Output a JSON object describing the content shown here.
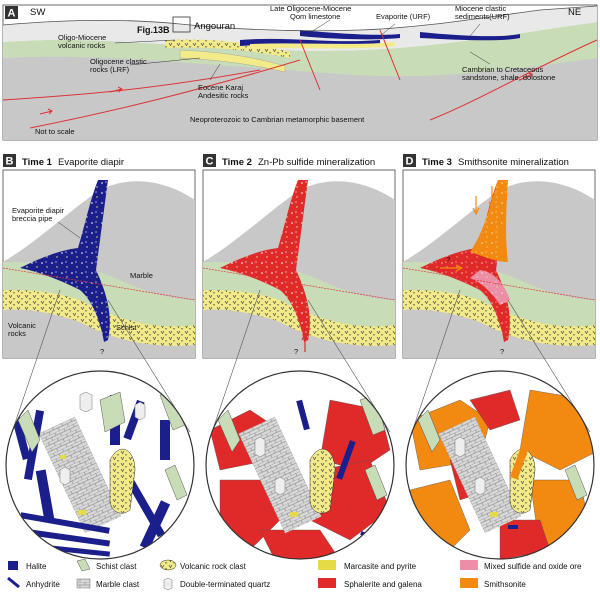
{
  "section_a": {
    "panel_letter": "A",
    "sw": "SW",
    "ne": "NE",
    "fig_ref": "Fig.13B",
    "angouran": "Angouran",
    "qom_line1": "Late Oligocene-Miocene",
    "qom_line2": "Qom limestone",
    "evaporite": "Evaporite (URF)",
    "miocene_line1": "Miocene clastic",
    "miocene_line2": "sediments(URF)",
    "oligo_line1": "Oligo-Miocene",
    "oligo_line2": "volcanic rocks",
    "oligo_clastic_line1": "Oligocene clastic",
    "oligo_clastic_line2": "rocks (LRF)",
    "eocene_line1": "Eocene Karaj",
    "eocene_line2": "Andesitic rocks",
    "cambrian_line1": "Cambrian to Cretaceous",
    "cambrian_line2": "sandstone, shale, dolostone",
    "basement": "Neoproterozoic to Cambrian metamorphic basement",
    "scale": "Not to scale"
  },
  "panels": [
    {
      "letter": "B",
      "time": "Time 1",
      "title": "Evaporite diapir"
    },
    {
      "letter": "C",
      "time": "Time 2",
      "title": "Zn-Pb sulfide mineralization"
    },
    {
      "letter": "D",
      "time": "Time 3",
      "title": "Smithsonite mineralization"
    }
  ],
  "panel_b_labels": {
    "breccia_line1": "Evaporite diapir",
    "breccia_line2": "breccia pipe",
    "marble": "Marble",
    "schist": "Schist",
    "volcanic_line1": "Volcanic",
    "volcanic_line2": "rocks",
    "question": "?"
  },
  "question_mark": "?",
  "legend": [
    {
      "key": "halite",
      "label": "Halite"
    },
    {
      "key": "anhydrite",
      "label": "Anhydrite"
    },
    {
      "key": "schist",
      "label": "Schist clast"
    },
    {
      "key": "marble",
      "label": "Marble clast"
    },
    {
      "key": "volcanic",
      "label": "Volcanic rock clast"
    },
    {
      "key": "quartz",
      "label": "Double-terminated quartz"
    },
    {
      "key": "marcasite",
      "label": "Marcasite and pyrite"
    },
    {
      "key": "sphalerite",
      "label": "Sphalerite and galena"
    },
    {
      "key": "mixed",
      "label": "Mixed sulfide and oxide ore"
    },
    {
      "key": "smithsonite",
      "label": "Smithsonite"
    }
  ],
  "colors": {
    "halite": "#1a1f8c",
    "sulfide": "#e02a2a",
    "smithsonite": "#f28a12",
    "marble_gray": "#c8c8c8",
    "green": "#c9dcb8",
    "yellow": "#f3ea8a",
    "pink": "#ec8fa6",
    "marcasite": "#e5dc45",
    "panel_label_bg": "#333333"
  }
}
